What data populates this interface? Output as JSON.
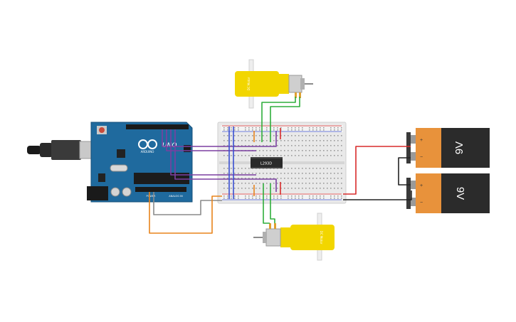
{
  "arduino": {
    "logo_text": "UNO",
    "brand_text": "ARDUINO",
    "power_header": "POWER",
    "analog_header": "ANALOG IN"
  },
  "breadboard": {
    "chip_label": "L293D"
  },
  "motors": {
    "top_label": "DC Motor",
    "bottom_label": "DC Motor"
  },
  "batteries": {
    "top": {
      "voltage": "9V",
      "plus": "+",
      "minus": "−"
    },
    "bottom": {
      "voltage": "9V",
      "plus": "+",
      "minus": "−"
    }
  },
  "colors": {
    "arduino_blue": "#1f6a9e",
    "battery_orange": "#e8923b",
    "battery_black": "#2b2b2b",
    "motor_yellow": "#f2d600",
    "wire_purple": "#7b3fa0",
    "wire_blue": "#3a4fd1",
    "wire_green": "#2fae3b",
    "wire_orange": "#e8841c",
    "wire_red": "#d92b2b",
    "wire_black": "#222222",
    "wire_gray": "#8a8a8a"
  }
}
